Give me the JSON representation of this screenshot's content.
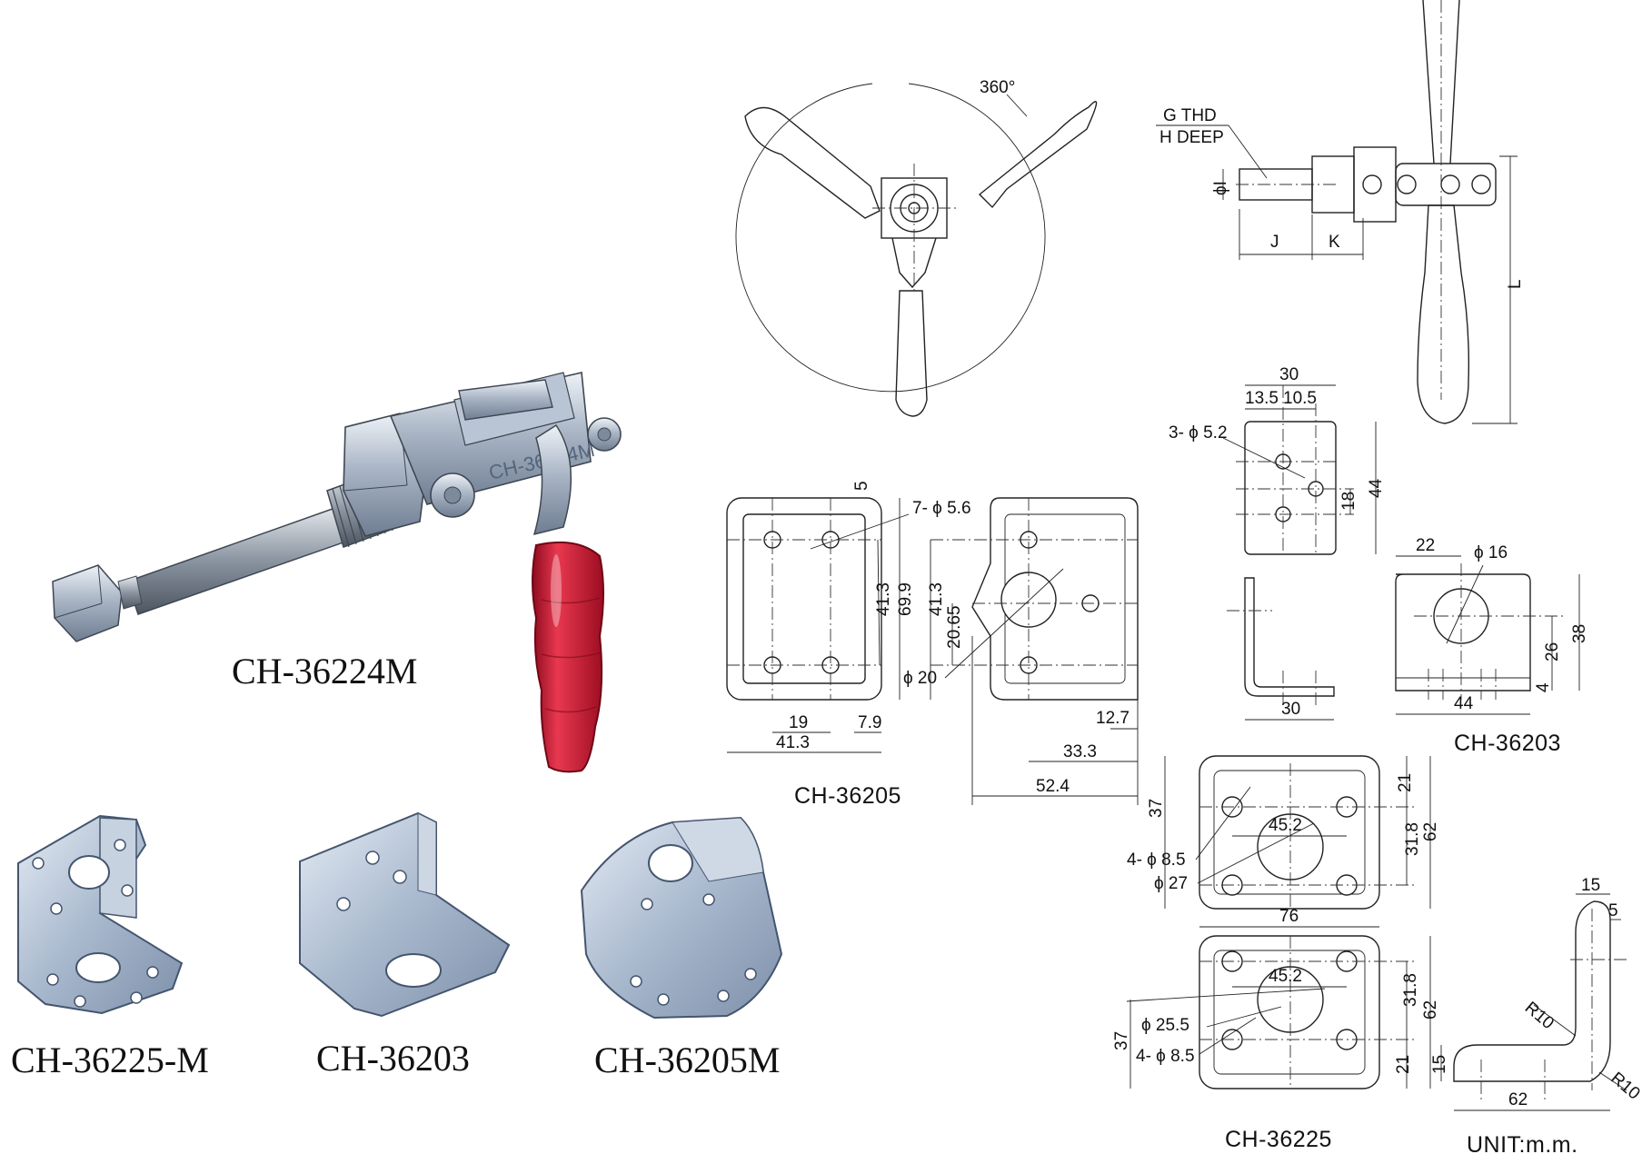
{
  "products": {
    "clamp": "CH-36224M",
    "bracket_1": "CH-36225-M",
    "bracket_2": "CH-36203",
    "bracket_3": "CH-36205M"
  },
  "drawing_captions": {
    "ch36205": "CH-36205",
    "ch36203": "CH-36203",
    "ch36225": "CH-36225",
    "unit": "UNIT:m.m."
  },
  "handle_view": {
    "rotation": "360°"
  },
  "side_view": {
    "thread_1": "G THD",
    "thread_2": "H DEEP",
    "dia_i": "ϕI",
    "dim_j": "J",
    "dim_k": "K",
    "dim_l": "L"
  },
  "ch36205": {
    "d5": "5",
    "holes": "7- ϕ 5.6",
    "d41_3v": "41.3",
    "d69_9": "69.9",
    "d19": "19",
    "d7_9": "7.9",
    "d41_3h": "41.3",
    "d41_3b": "41.3",
    "d20_65": "20.65",
    "phi20": "ϕ 20",
    "d12_7": "12.7",
    "d33_3": "33.3",
    "d52_4": "52.4"
  },
  "ch36203": {
    "d30": "30",
    "d13_5": "13.5",
    "d10_5": "10.5",
    "holes": "3- ϕ 5.2",
    "d18": "18",
    "d44v": "44",
    "d30b": "30",
    "d22": "22",
    "phi16": "ϕ 16",
    "d26": "26",
    "d38": "38",
    "d4": "4",
    "d44h": "44"
  },
  "ch36225": {
    "d37a": "37",
    "d21a": "21",
    "d45_2a": "45.2",
    "d31_8a": "31.8",
    "d62a": "62",
    "holes_a": "4- ϕ 8.5",
    "phi27": "ϕ 27",
    "d76": "76",
    "d45_2b": "45.2",
    "phi25_5": "ϕ 25.5",
    "d31_8b": "31.8",
    "d62b": "62",
    "d37b": "37",
    "holes_b": "4- ϕ 8.5",
    "d21b": "21",
    "d15a": "15",
    "d5": "5",
    "r10a": "R10",
    "d15b": "15",
    "r10b": "R10",
    "d62c": "62"
  },
  "colors": {
    "grip": "#c8102e",
    "steel": "#c9d3e0",
    "line": "#222222"
  }
}
